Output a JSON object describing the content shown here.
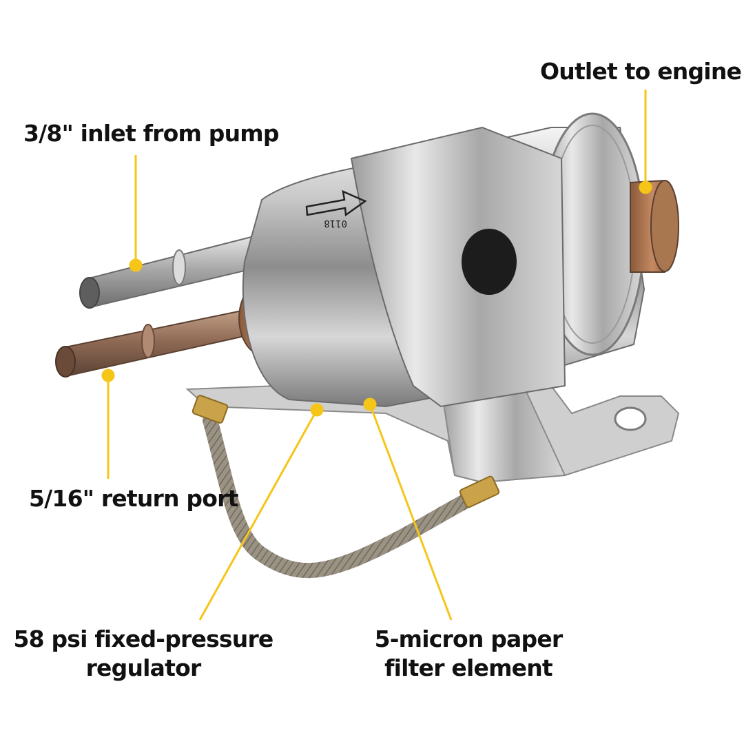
{
  "callouts": {
    "outlet": "Outlet to engine",
    "inlet": "3/8\" inlet from pump",
    "return_port": "5/16\" return port",
    "regulator_line1": "58 psi fixed-pressure",
    "regulator_line2": "regulator",
    "filter_line1": "5-micron paper",
    "filter_line2": "filter element"
  },
  "part_marking": "0118",
  "colors": {
    "leader": "#f5c518",
    "text": "#111111",
    "background": "#ffffff"
  }
}
